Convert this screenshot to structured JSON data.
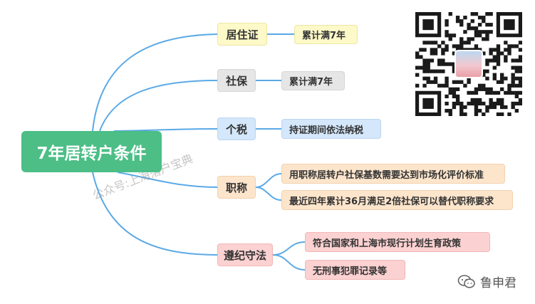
{
  "root": {
    "label": "7年居转户条件"
  },
  "branches": [
    {
      "label": "居住证",
      "items": [
        "累计满7年"
      ]
    },
    {
      "label": "社保",
      "items": [
        "累计满7年"
      ]
    },
    {
      "label": "个税",
      "items": [
        "持证期间依法纳税"
      ]
    },
    {
      "label": "职称",
      "items": [
        "用职称居转户社保基数需要达到市场化评价标准",
        "最近四年累计36月满足2倍社保可以替代职称要求"
      ]
    },
    {
      "label": "遵纪守法",
      "items": [
        "符合国家和上海市现行计划生育政策",
        "无刑事犯罪记录等"
      ]
    }
  ],
  "watermark": "公众号:上海落户宝典",
  "brand": {
    "name": "鲁申君",
    "icon": "wechat-icon"
  },
  "qr": {
    "icon": "qr-code"
  },
  "colors": {
    "root": "#4cbe86",
    "connector": "#5aa9e6",
    "yellow": "#fdf9c8",
    "gray": "#e6e6e6",
    "blue": "#d4e7fb",
    "peach": "#fde5cc",
    "pink": "#fcd1d1"
  }
}
